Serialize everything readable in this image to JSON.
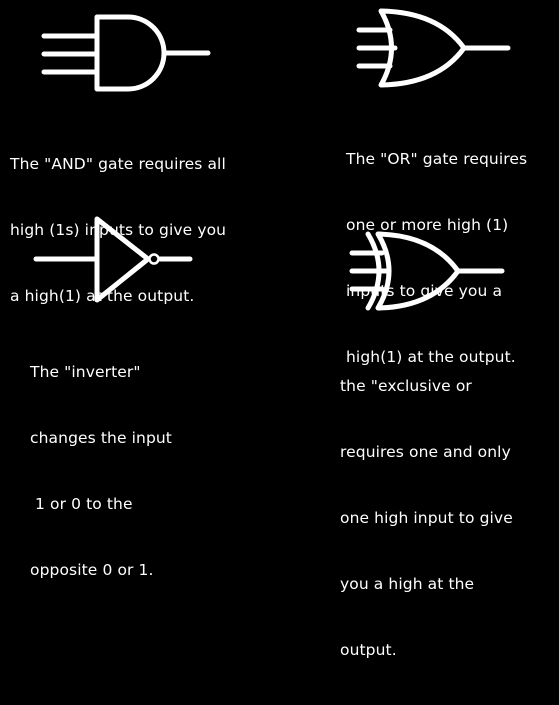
{
  "and_gate": {
    "description": [
      "The \"AND\" gate requires all",
      "high (1s) inputs to give you",
      "a high(1) at the output."
    ]
  },
  "or_gate": {
    "description": [
      "The \"OR\" gate requires",
      "one or more high (1)",
      "inputs to give you a",
      "high(1) at the output."
    ]
  },
  "inverter": {
    "description": [
      "The \"inverter\"",
      "changes the input",
      " 1 or 0 to the",
      "opposite 0 or 1."
    ]
  },
  "xor_gate": {
    "description": [
      "the \"exclusive or",
      "requires one and only",
      "one high input to give",
      "you a high at the",
      "output."
    ]
  },
  "colors": {
    "background": "#000000",
    "foreground": "#ffffff"
  }
}
